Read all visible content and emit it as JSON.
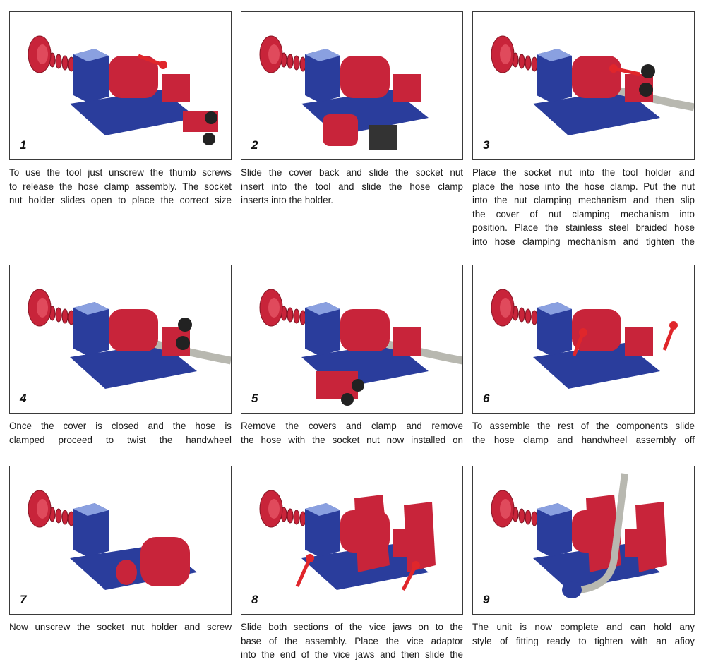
{
  "steps": [
    {
      "number": "1",
      "lines": [
        "To use the tool just unscrew the thumb screws",
        "to release the hose clamp assembly. The socket",
        "nut holder slides open to place the correct size"
      ]
    },
    {
      "number": "2",
      "lines": [
        "Slide the cover back and slide the socket nut",
        "insert into the tool and slide the hose clamp",
        "inserts into the holder."
      ]
    },
    {
      "number": "3",
      "lines": [
        "Place the socket nut into the tool holder and",
        "place the hose into the hose clamp. Put the nut",
        "into the nut clamping mechanism and then slip",
        "the cover of nut clamping mechanism into",
        "position. Place the stainless steel braided hose",
        "into hose clamping mechanism and tighten the"
      ]
    },
    {
      "number": "4",
      "lines": [
        "Once the cover is closed and the hose is",
        "clamped proceed to twist the handwheel"
      ]
    },
    {
      "number": "5",
      "lines": [
        "Remove the covers and clamp and remove",
        "the hose with the socket nut now installed on"
      ]
    },
    {
      "number": "6",
      "lines": [
        "To assemble the rest of the components slide",
        "the hose clamp and handwheel assembly off"
      ]
    },
    {
      "number": "7",
      "lines": [
        "Now unscrew the socket nut holder and screw"
      ]
    },
    {
      "number": "8",
      "lines": [
        "Slide both sections of the vice jaws on to the",
        "base of the assembly. Place the vice adaptor",
        "into the end of the vice jaws and then slide the"
      ]
    },
    {
      "number": "9",
      "lines": [
        "The unit is now complete and can hold any",
        "style of fitting ready to tighten with an afioy"
      ]
    }
  ],
  "colors": {
    "red": "#c8243a",
    "blue": "#2a3d9c",
    "hose": "#b8b8b0"
  }
}
